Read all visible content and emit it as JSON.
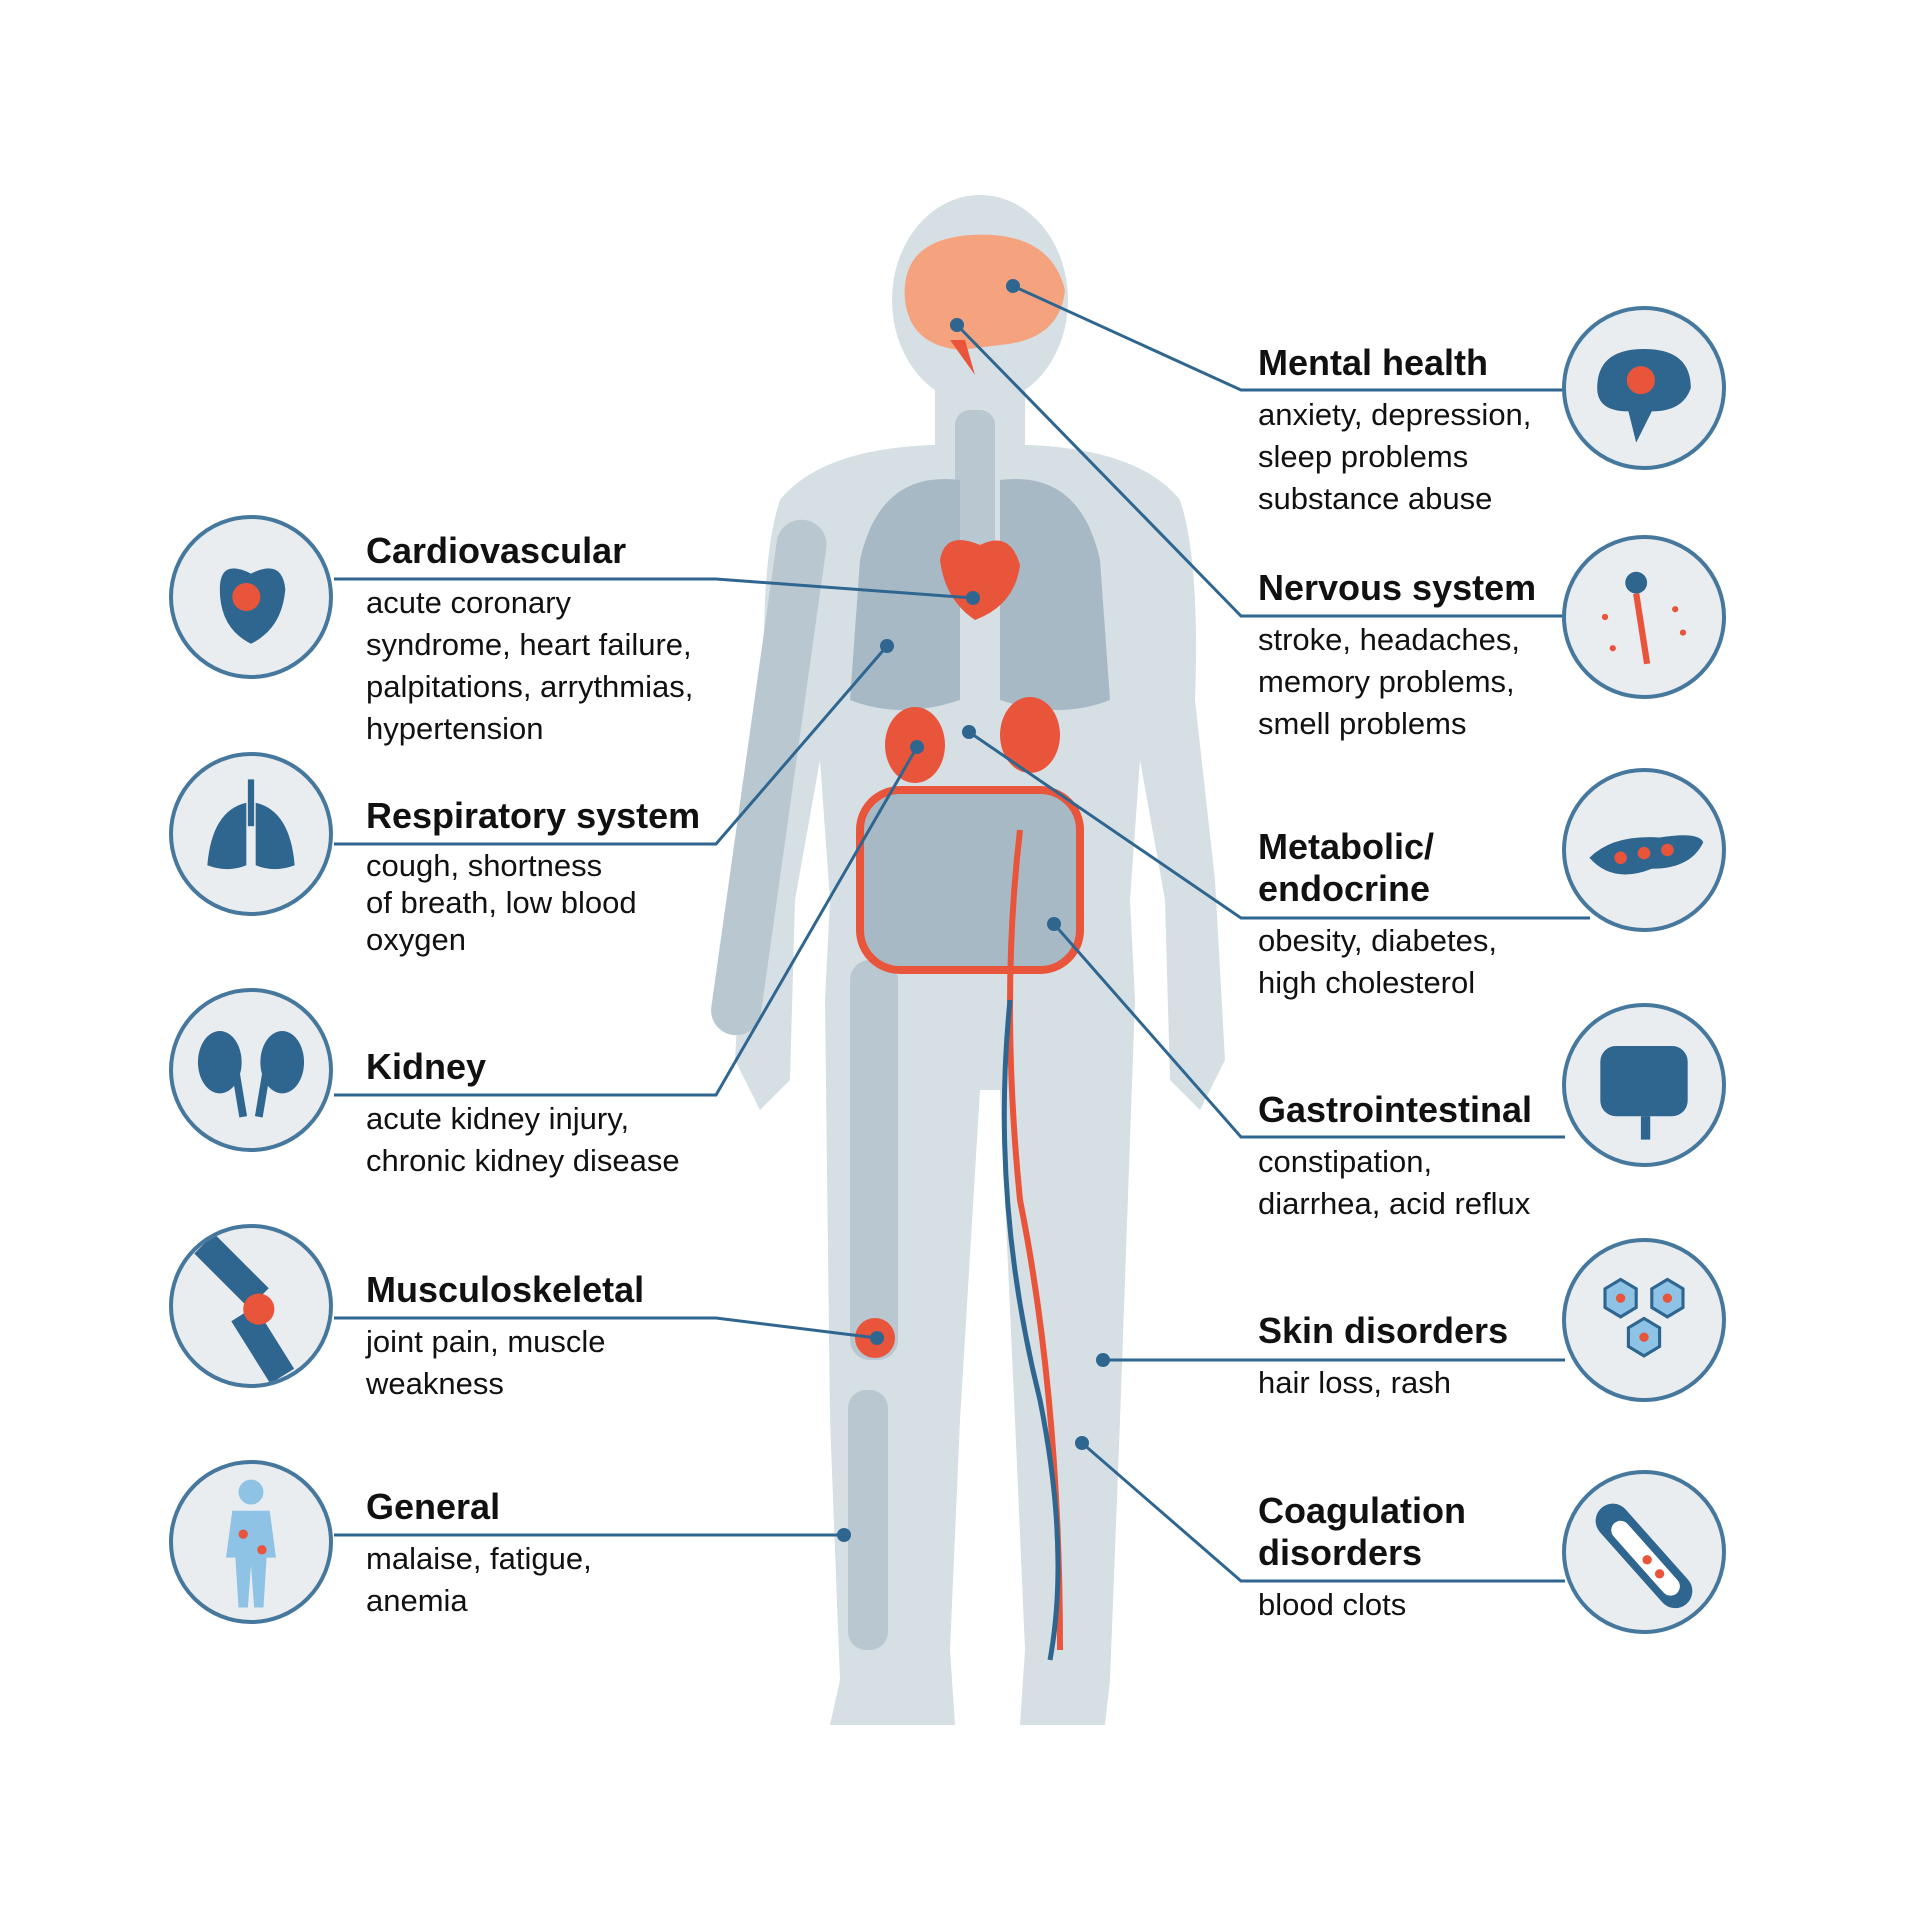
{
  "left": [
    {
      "id": "cardiovascular",
      "title": "Cardiovascular",
      "lines": [
        "acute coronary",
        "syndrome, heart failure,",
        "palpitations, arrythmias,",
        "hypertension"
      ],
      "icon": "heart-icon"
    },
    {
      "id": "respiratory",
      "title": "Respiratory system",
      "lines": [
        "cough, shortness",
        "of breath, low blood",
        "oxygen"
      ],
      "icon": "lungs-icon"
    },
    {
      "id": "kidney",
      "title": "Kidney",
      "lines": [
        "acute kidney injury,",
        "chronic kidney disease"
      ],
      "icon": "kidneys-icon"
    },
    {
      "id": "musculoskeletal",
      "title": "Musculoskeletal",
      "lines": [
        "joint pain, muscle",
        "weakness"
      ],
      "icon": "knee-joint-icon"
    },
    {
      "id": "general",
      "title": "General",
      "lines": [
        "malaise, fatigue,",
        "anemia"
      ],
      "icon": "body-icon"
    }
  ],
  "right": [
    {
      "id": "mental",
      "title": "Mental health",
      "lines": [
        "anxiety, depression,",
        "sleep problems",
        "substance abuse"
      ],
      "icon": "brain-icon"
    },
    {
      "id": "nervous",
      "title": "Nervous system",
      "lines": [
        "stroke, headaches,",
        "memory problems,",
        "smell problems"
      ],
      "icon": "neuron-icon"
    },
    {
      "id": "metabolic",
      "title": "Metabolic/ endocrine",
      "title_lines": [
        "Metabolic/",
        "endocrine"
      ],
      "lines": [
        "obesity, diabetes,",
        "high cholesterol"
      ],
      "icon": "pancreas-icon"
    },
    {
      "id": "gastro",
      "title": "Gastrointestinal",
      "lines": [
        "constipation,",
        "diarrhea, acid reflux"
      ],
      "icon": "intestine-icon"
    },
    {
      "id": "skin",
      "title": "Skin disorders",
      "lines": [
        "hair loss, rash"
      ],
      "icon": "skin-cells-icon"
    },
    {
      "id": "coagulation",
      "title": "Coagulation disorders",
      "title_lines": [
        "Coagulation",
        "disorders"
      ],
      "lines": [
        "blood clots"
      ],
      "icon": "blood-vessel-icon"
    }
  ],
  "colors": {
    "line": "#2f6690",
    "accent": "#e8553b",
    "body": "#d6dfe4",
    "organ": "#a8b9c6",
    "brain": "#f5a37f"
  }
}
